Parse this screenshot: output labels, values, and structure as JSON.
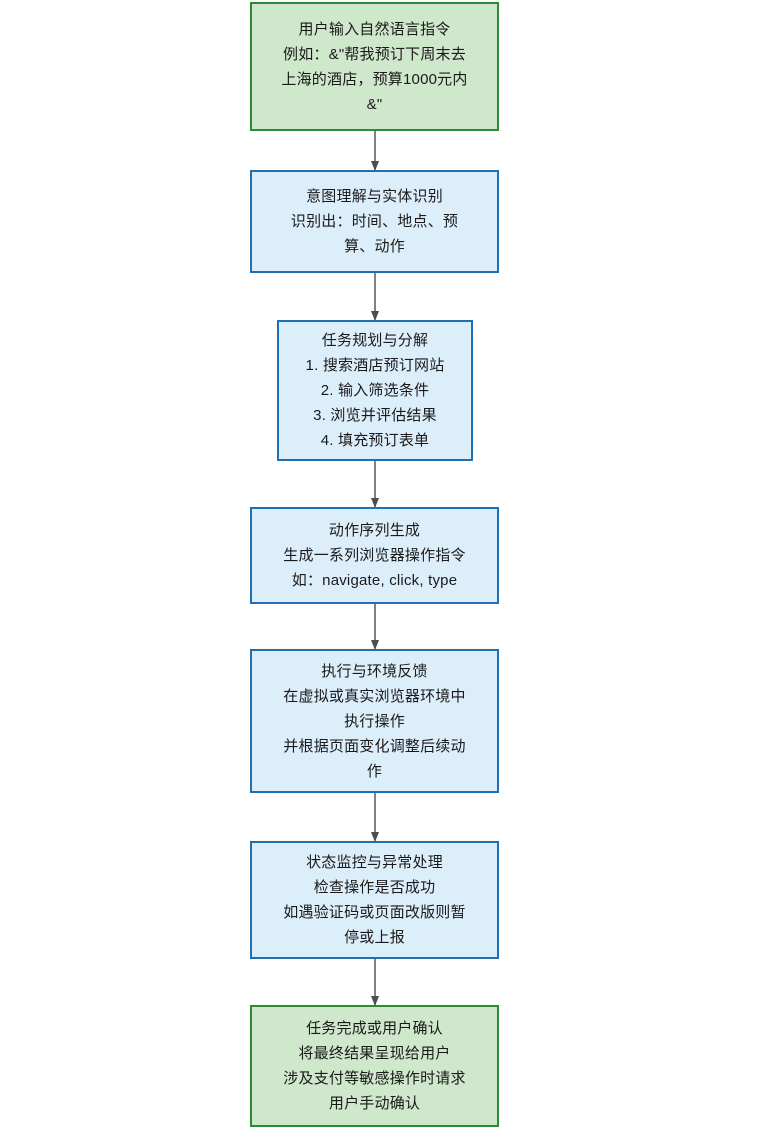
{
  "diagram": {
    "type": "flowchart",
    "orientation": "top-to-bottom",
    "colors": {
      "green_fill": "#cfe7cb",
      "green_border": "#2e8b35",
      "blue_fill": "#ddeefb",
      "blue_border": "#1f6fb4",
      "arrow": "#4d4d4d",
      "text": "#1a1a1a",
      "background": "#ffffff"
    },
    "nodes": [
      {
        "id": "node-user-input",
        "style": "green",
        "lines": [
          "用户输入自然语言指令",
          "例如：&\"帮我预订下周末去",
          "上海的酒店，预算1000元内",
          "&\""
        ]
      },
      {
        "id": "node-intent-understanding",
        "style": "blue",
        "lines": [
          "意图理解与实体识别",
          "识别出：时间、地点、预",
          "算、动作"
        ]
      },
      {
        "id": "node-task-planning",
        "style": "blue",
        "lines": [
          "任务规划与分解",
          "1. 搜索酒店预订网站",
          "2. 输入筛选条件",
          "3. 浏览并评估结果",
          "4. 填充预订表单"
        ]
      },
      {
        "id": "node-action-sequence",
        "style": "blue",
        "lines": [
          "动作序列生成",
          "生成一系列浏览器操作指令",
          "如：navigate, click, type"
        ]
      },
      {
        "id": "node-execution-feedback",
        "style": "blue",
        "lines": [
          "执行与环境反馈",
          "在虚拟或真实浏览器环境中",
          "执行操作",
          "并根据页面变化调整后续动",
          "作"
        ]
      },
      {
        "id": "node-status-monitoring",
        "style": "blue",
        "lines": [
          "状态监控与异常处理",
          "检查操作是否成功",
          "如遇验证码或页面改版则暂",
          "停或上报"
        ]
      },
      {
        "id": "node-task-complete",
        "style": "green",
        "lines": [
          "任务完成或用户确认",
          "将最终结果呈现给用户",
          "涉及支付等敏感操作时请求",
          "用户手动确认"
        ]
      }
    ],
    "edges": [
      {
        "id": "edge-1",
        "from": "node-user-input",
        "to": "node-intent-understanding"
      },
      {
        "id": "edge-2",
        "from": "node-intent-understanding",
        "to": "node-task-planning"
      },
      {
        "id": "edge-3",
        "from": "node-task-planning",
        "to": "node-action-sequence"
      },
      {
        "id": "edge-4",
        "from": "node-action-sequence",
        "to": "node-execution-feedback"
      },
      {
        "id": "edge-5",
        "from": "node-execution-feedback",
        "to": "node-status-monitoring"
      },
      {
        "id": "edge-6",
        "from": "node-status-monitoring",
        "to": "node-task-complete"
      }
    ]
  }
}
